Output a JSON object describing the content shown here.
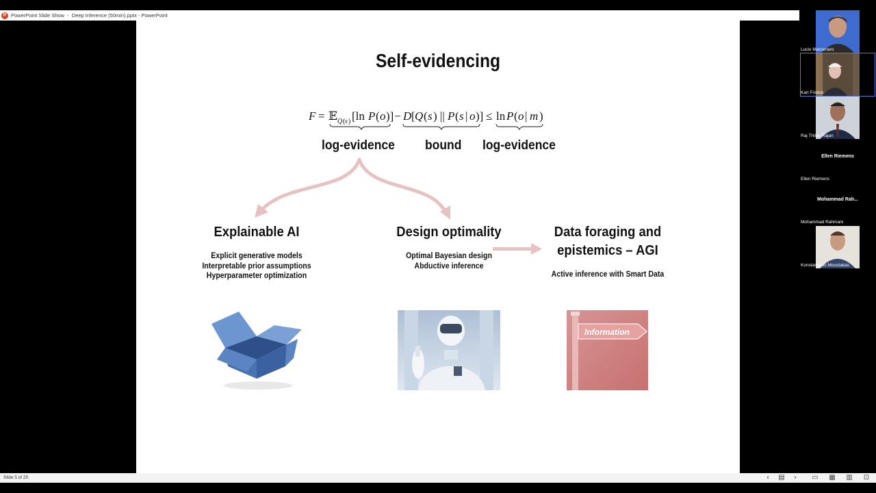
{
  "window": {
    "title": "PowerPoint Slide Show  -  Deep Inference (50min).pptx - PowerPoint"
  },
  "slide": {
    "title": "Self-evidencing",
    "equation_labels": [
      "log-evidence",
      "bound",
      "log-evidence"
    ],
    "sections": [
      {
        "heading": "Explainable AI",
        "bullets": [
          "Explicit generative models",
          "Interpretable prior assumptions",
          "Hyperparameter optimization"
        ],
        "image_icon": "open-box-picture"
      },
      {
        "heading": "Design optimality",
        "bullets": [
          "Optimal Bayesian design",
          "Abductive inference"
        ],
        "image_icon": "robot-picture"
      },
      {
        "heading": "Data foraging and\nepistemics – AGI",
        "bullets": [
          "Active inference with Smart Data"
        ],
        "image_icon": "information-signpost-picture",
        "sign_text": "Information"
      }
    ],
    "arrow_color": "#e8c2c2",
    "box_color": "#5b85c2"
  },
  "participants": [
    {
      "name": "Lucio Marcenaro",
      "video": true
    },
    {
      "name": "Karl Friston",
      "video": true,
      "active": true
    },
    {
      "name": "Raj Thilak Rajan",
      "video": true
    },
    {
      "name": "Ellen Riemens",
      "display": "Ellen Riemens",
      "video": false
    },
    {
      "name": "Mohammad Rahmani",
      "display": "Mohammad  Rah...",
      "video": false
    },
    {
      "name": "Konstantinos Moustakas",
      "video": true
    }
  ],
  "statusbar": {
    "slide_indicator": "Slide 5 of 25",
    "controls": [
      "prev-icon",
      "slide-sorter-icon",
      "next-icon",
      "normal-view-icon",
      "sorter-view-icon",
      "reading-view-icon",
      "slideshow-view-icon"
    ]
  }
}
